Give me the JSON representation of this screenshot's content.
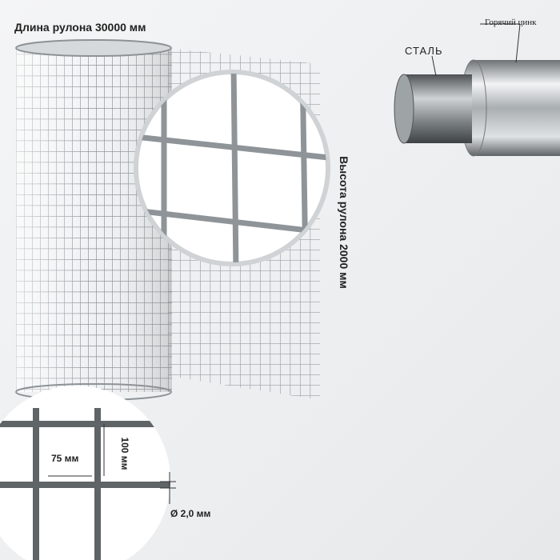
{
  "labels": {
    "roll_length": "Длина рулона 30000 мм",
    "roll_height": "Высота рулона 2000 мм",
    "hot_zinc": "Горячий цинк",
    "steel": "СТАЛЬ",
    "mesh_width": "75 мм",
    "mesh_height": "100 мм",
    "wire_diameter": "Ø 2,0 мм"
  },
  "colors": {
    "wire": "#8d9296",
    "background": "#eceef0",
    "text": "#222222"
  }
}
